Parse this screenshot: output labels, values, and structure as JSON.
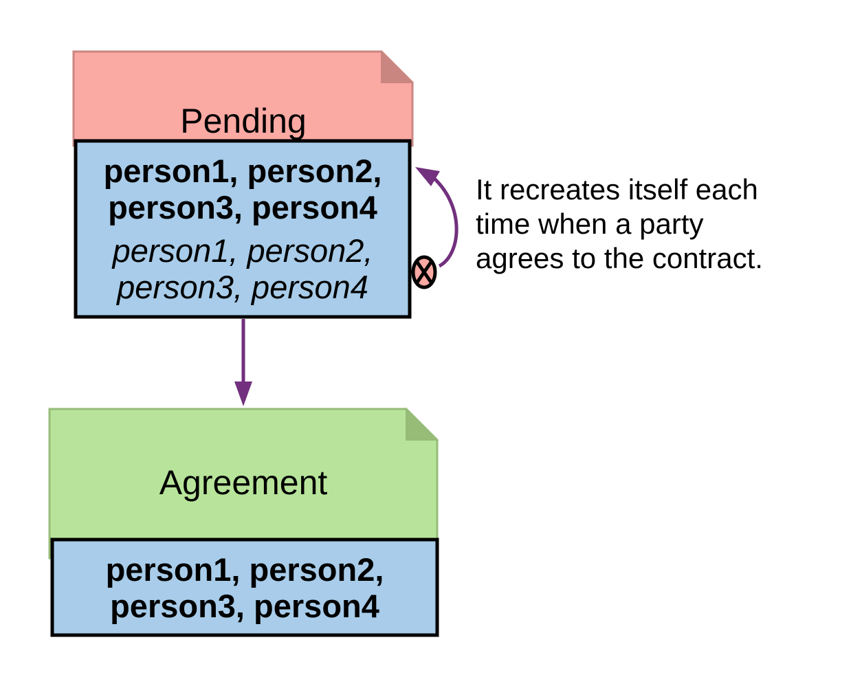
{
  "colors": {
    "pending_header": "#fba9a3",
    "pending_header_edge": "#c98680",
    "agreement_header": "#b7e49a",
    "agreement_header_edge": "#96bc78",
    "body_fill": "#a8cce9",
    "arrow": "#72307e",
    "outline": "#000000"
  },
  "pending": {
    "title": "Pending",
    "signatories": [
      "person1, person2,",
      "person3, person4"
    ],
    "observers": [
      "person1, person2,",
      "person3, person4"
    ]
  },
  "agreement": {
    "title": "Agreement",
    "signatories": [
      "person1, person2,",
      "person3, person4"
    ]
  },
  "annotation": {
    "lines": [
      "It recreates itself each",
      "time when a party",
      "agrees to the contract."
    ]
  }
}
